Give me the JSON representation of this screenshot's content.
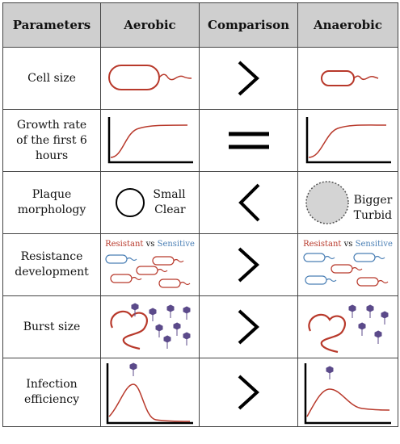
{
  "headers": [
    "Parameters",
    "Aerobic",
    "Comparison",
    "Anaerobic"
  ],
  "rows": [
    {
      "param_lines": [
        "Cell size"
      ]
    },
    {
      "param_lines": [
        "Growth rate",
        "of the first 6",
        "hours"
      ]
    },
    {
      "param_lines": [
        "Plaque",
        "morphology"
      ],
      "aerobic_label": [
        "Small",
        "Clear"
      ],
      "anaerobic_label": [
        "Bigger",
        "Turbid"
      ]
    },
    {
      "param_lines": [
        "Resistance",
        "development"
      ]
    },
    {
      "param_lines": [
        "Burst size"
      ]
    },
    {
      "param_lines": [
        "Infection",
        "efficiency"
      ]
    }
  ],
  "legend": {
    "resistant": "Resistant",
    "vs": "vs",
    "sensitive": "Sensitive"
  },
  "colors": {
    "header_bg": "#cfcfcf",
    "bacteria": "#b8392b",
    "sensitive": "#4a7fb5",
    "phage": "#5b4a8a"
  },
  "comparisons": [
    "greater-than",
    "equal",
    "less-than",
    "greater-than",
    "greater-than",
    "greater-than"
  ]
}
